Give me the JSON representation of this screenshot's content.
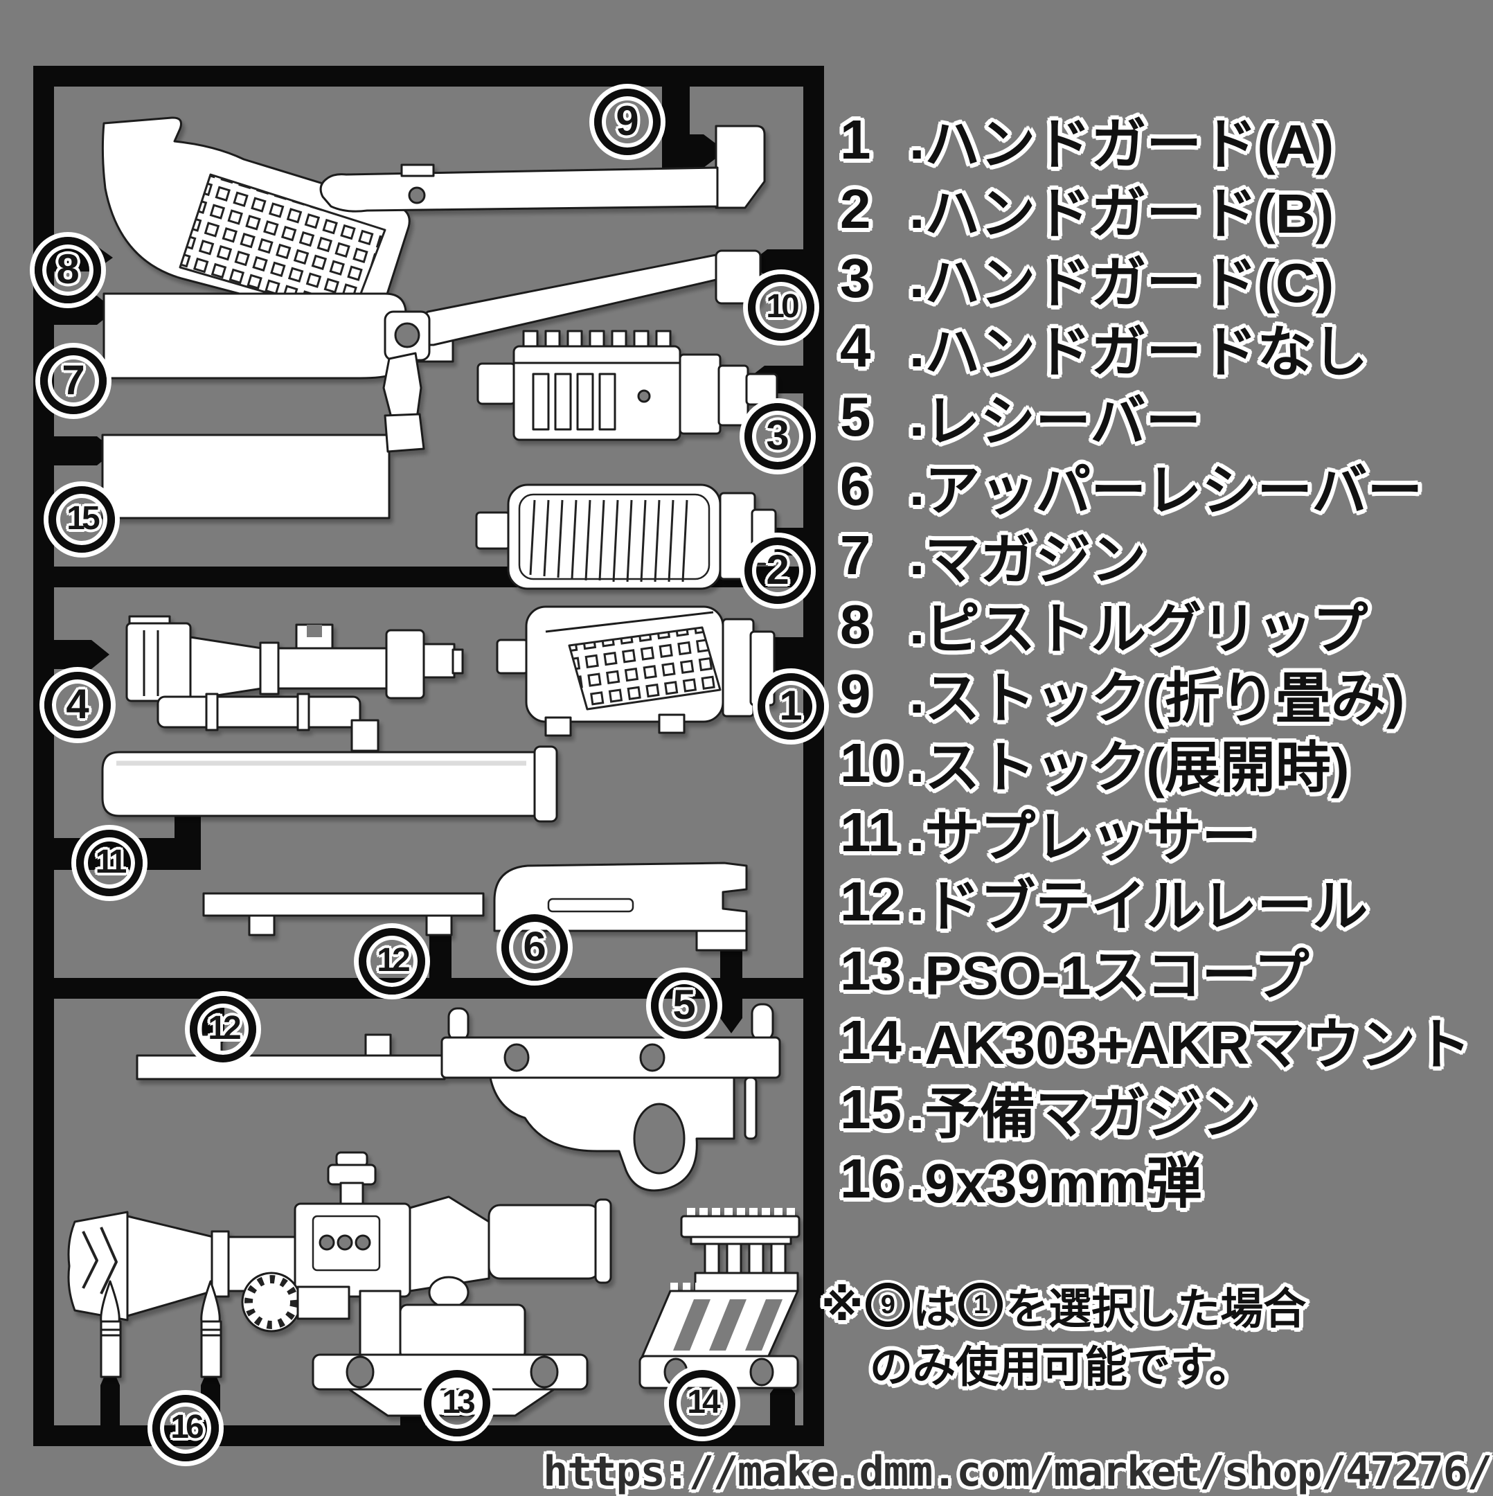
{
  "colors": {
    "background": "#7c7c7c",
    "sprue_frame": "#0a0a0a",
    "part_fill": "#ffffff",
    "text": "#111111",
    "text_outline": "#ffffff"
  },
  "legend": {
    "separator": ".",
    "items": [
      {
        "num": "1",
        "label": "ハンドガード(A)"
      },
      {
        "num": "2",
        "label": "ハンドガード(B)"
      },
      {
        "num": "3",
        "label": "ハンドガード(C)"
      },
      {
        "num": "4",
        "label": "ハンドガードなし"
      },
      {
        "num": "5",
        "label": "レシーバー"
      },
      {
        "num": "6",
        "label": "アッパーレシーバー"
      },
      {
        "num": "7",
        "label": "マガジン"
      },
      {
        "num": "8",
        "label": "ピストルグリップ"
      },
      {
        "num": "9",
        "label": "ストック(折り畳み)"
      },
      {
        "num": "10",
        "label": "ストック(展開時)"
      },
      {
        "num": "11",
        "label": "サプレッサー"
      },
      {
        "num": "12",
        "label": "ドブテイルレール"
      },
      {
        "num": "13",
        "label": "PSO-1スコープ"
      },
      {
        "num": "14",
        "label": "AK303+AKRマウント"
      },
      {
        "num": "15",
        "label": "予備マガジン"
      },
      {
        "num": "16",
        "label": "9x39mm弾"
      }
    ]
  },
  "part_labels": {
    "p8": "8",
    "p7": "7",
    "p15": "15",
    "p9": "9",
    "p10": "10",
    "p3": "3",
    "p2": "2",
    "p4": "4",
    "p1": "1",
    "p11": "11",
    "p12a": "12",
    "p6": "6",
    "p12b": "12",
    "p5": "5",
    "p16": "16",
    "p13": "13",
    "p14": "14"
  },
  "note": {
    "mark": "※",
    "num1": "9",
    "text1": "は",
    "num2": "1",
    "text2": "を選択した場合",
    "line2": "のみ使用可能です。"
  },
  "url": "https://make.dmm.com/market/shop/47276/"
}
